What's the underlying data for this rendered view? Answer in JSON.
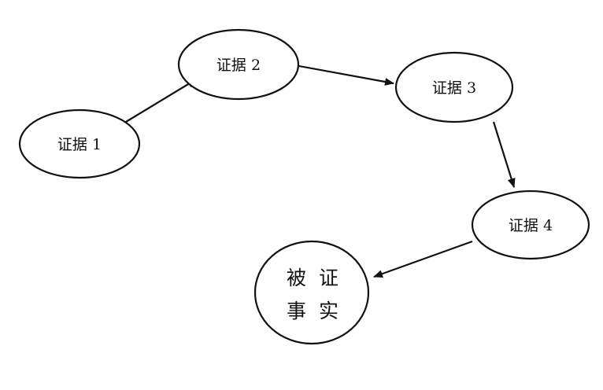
{
  "diagram": {
    "nodes": [
      {
        "id": "evidence-1",
        "label": "证据 1"
      },
      {
        "id": "evidence-2",
        "label": "证据 2"
      },
      {
        "id": "evidence-3",
        "label": "证据 3"
      },
      {
        "id": "evidence-4",
        "label": "证据 4"
      },
      {
        "id": "fact",
        "label_line1": "被  证",
        "label_line2": "事  实"
      }
    ],
    "edges": [
      {
        "from": "evidence-1",
        "to": "evidence-2"
      },
      {
        "from": "evidence-2",
        "to": "evidence-3"
      },
      {
        "from": "evidence-3",
        "to": "evidence-4"
      },
      {
        "from": "evidence-4",
        "to": "fact"
      }
    ]
  }
}
